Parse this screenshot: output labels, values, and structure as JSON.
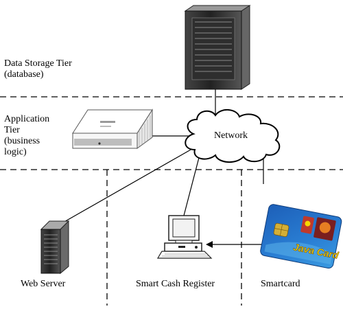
{
  "tiers": {
    "storage": {
      "line1": "Data Storage Tier",
      "line2": "(database)"
    },
    "application": {
      "line1": "Application",
      "line2": "Tier",
      "line3": "(business",
      "line4": "logic)"
    }
  },
  "nodes": {
    "network": "Network",
    "web_server": "Web Server",
    "cash_register": "Smart Cash Register",
    "smartcard": "Smartcard",
    "card_text": "Java Card"
  },
  "colors": {
    "card_blue": "#2a7fd4",
    "card_yellow": "#f5d800",
    "card_red": "#c0392b",
    "chip_gold": "#d4af37"
  }
}
